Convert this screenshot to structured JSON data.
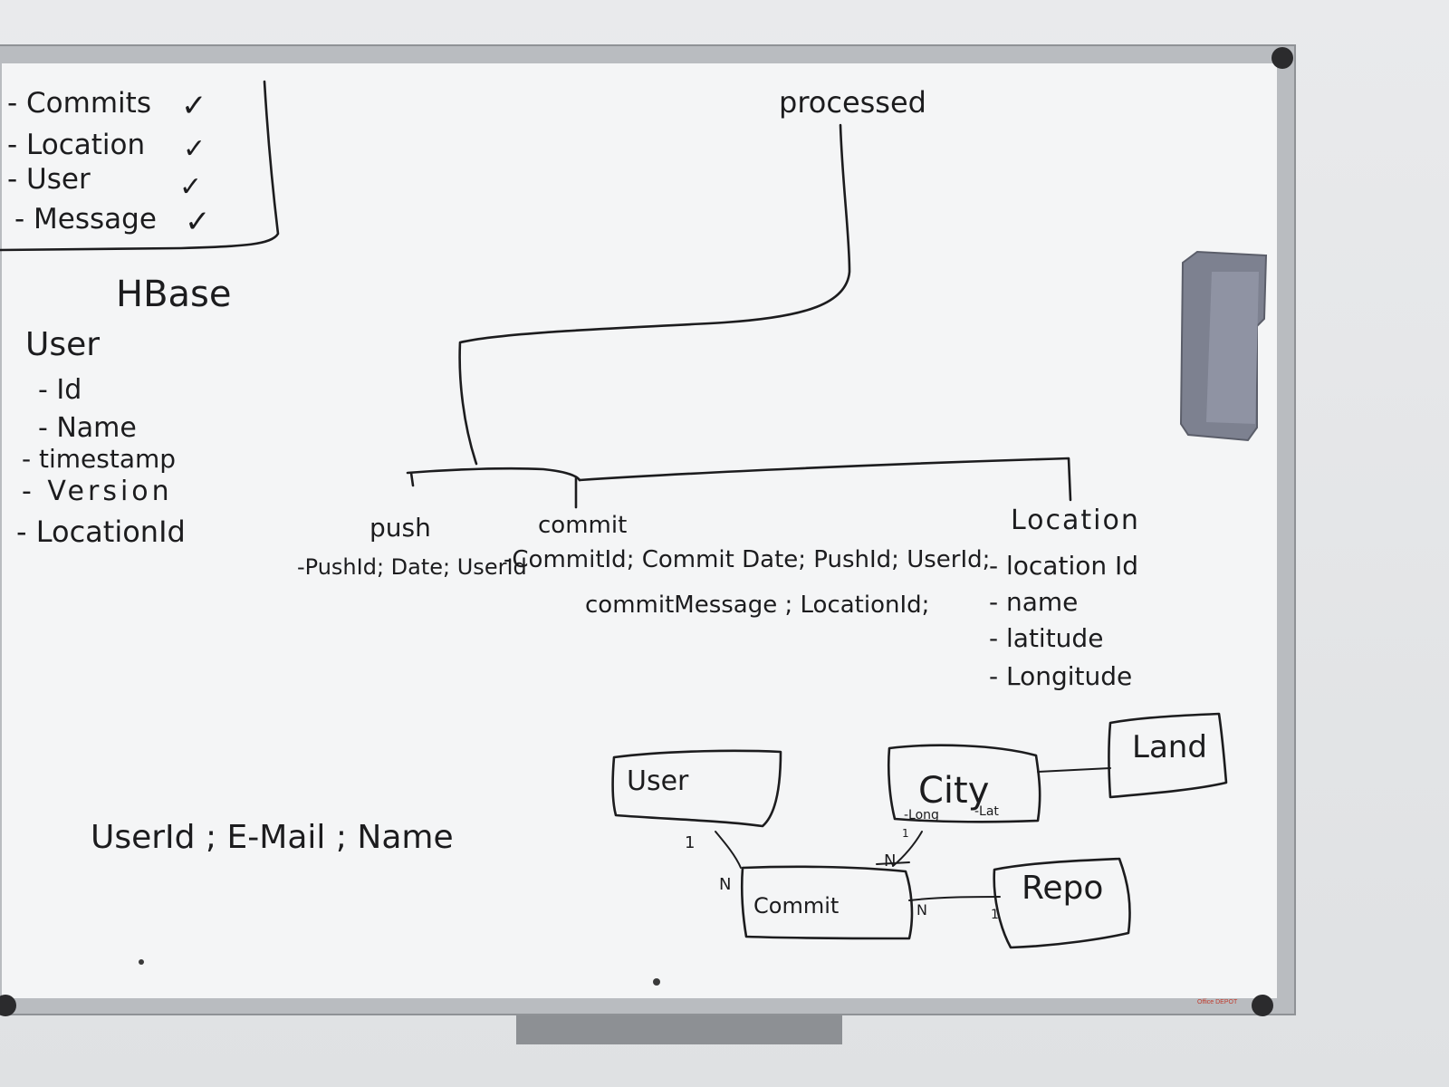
{
  "checklist": {
    "items": [
      {
        "label": "- Commits",
        "check": "✓"
      },
      {
        "label": "- Location",
        "check": "✓"
      },
      {
        "label": "- User",
        "check": "✓"
      },
      {
        "label": "- Message",
        "check": "✓"
      }
    ]
  },
  "hbase": {
    "title": "HBase",
    "entity": "User",
    "fields": [
      "- Id",
      "- Name",
      "- timestamp",
      "- Version",
      "- LocationId"
    ]
  },
  "tree": {
    "root": "processed",
    "push": {
      "label": "push",
      "fields": "-PushId; Date; UserId"
    },
    "commit": {
      "label": "commit",
      "fields_line1": "-CommitId; Commit Date; PushId; UserId;",
      "fields_line2": "commitMessage  ;  LocationId;"
    },
    "location": {
      "label": "Location",
      "fields": [
        "- location Id",
        "- name",
        "- latitude",
        "- Longitude"
      ]
    }
  },
  "user_fields": "UserId ; E-Mail ; Name",
  "er": {
    "user": "User",
    "city": "City",
    "city_long": "-Long",
    "city_lat": "-Lat",
    "land": "Land",
    "commit": "Commit",
    "repo": "Repo",
    "card_user": "1",
    "card_commit_user": "N",
    "card_city": "1",
    "card_commit_city": "N",
    "card_commit_repo": "N",
    "card_repo": "1"
  },
  "brand": "Office DEPOT"
}
